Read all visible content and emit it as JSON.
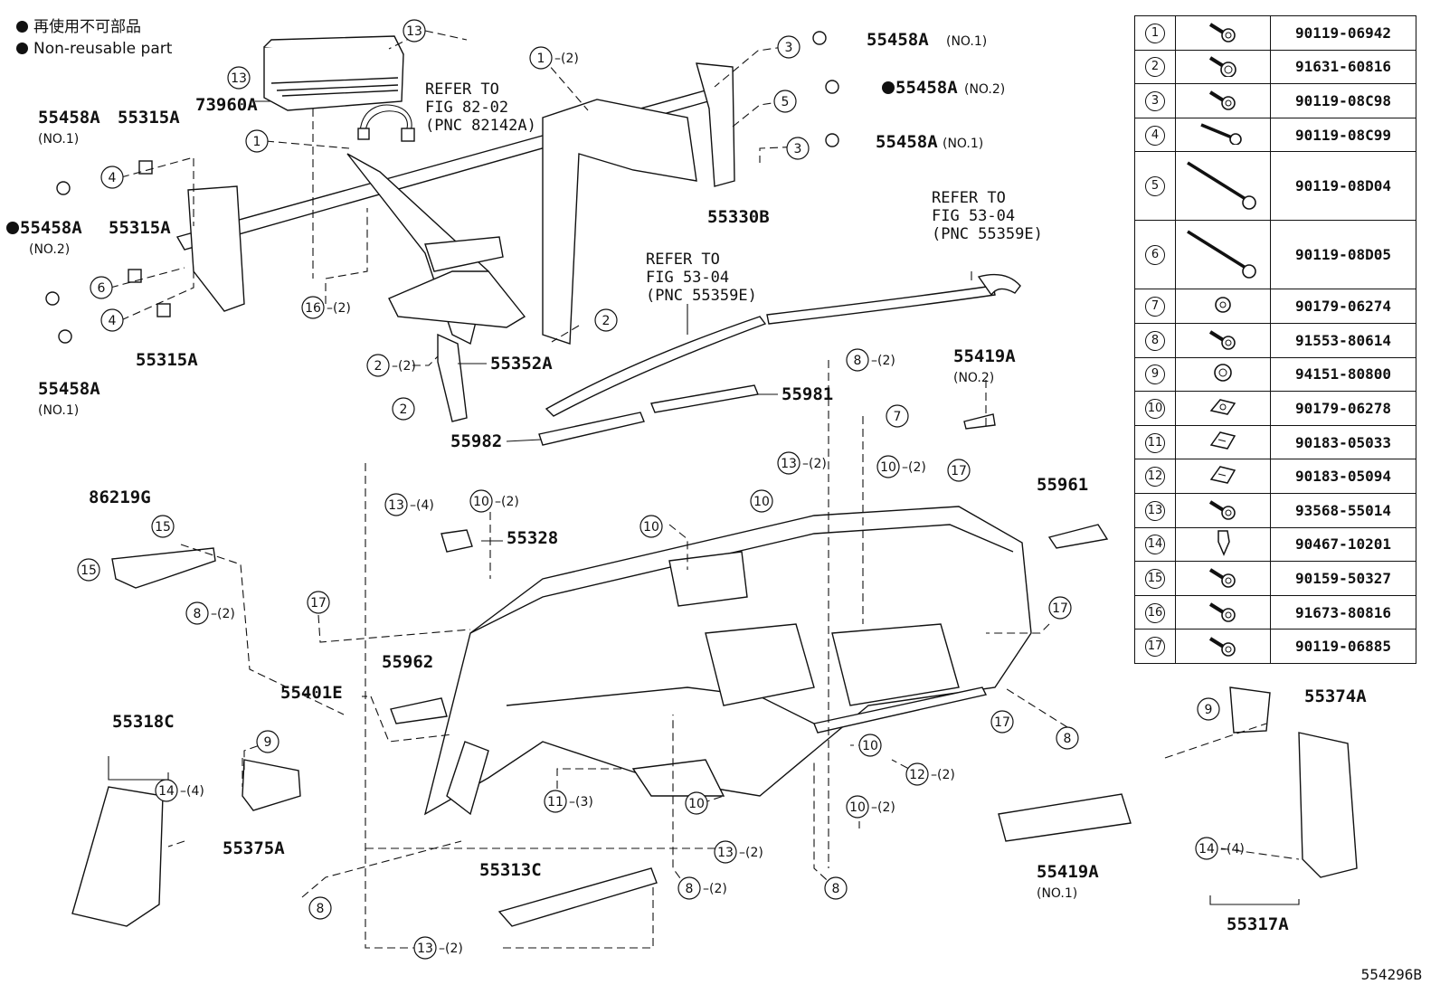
{
  "legend": {
    "jp": "再使用不可部品",
    "en": "Non-reusable part"
  },
  "part_labels": [
    {
      "id": "73960A",
      "text": "73960A"
    },
    {
      "id": "55458A_a",
      "text": "55458A",
      "sub": "(NO.1)"
    },
    {
      "id": "55458A_b",
      "text": "55458A",
      "sub": "(NO.2)",
      "nonreusable": true
    },
    {
      "id": "55458A_c",
      "text": "55458A",
      "sub": "(NO.1)"
    },
    {
      "id": "55458A_d",
      "text": "55458A",
      "sub": "(NO.1)"
    },
    {
      "id": "55458A_e",
      "text": "55458A",
      "sub": "(NO.2)",
      "nonreusable": true
    },
    {
      "id": "55458A_f",
      "text": "55458A",
      "sub": "(NO.1)"
    },
    {
      "id": "55315A_a",
      "text": "55315A"
    },
    {
      "id": "55315A_b",
      "text": "55315A"
    },
    {
      "id": "55315A_c",
      "text": "55315A"
    },
    {
      "id": "55330B",
      "text": "55330B"
    },
    {
      "id": "55352A",
      "text": "55352A"
    },
    {
      "id": "55981",
      "text": "55981"
    },
    {
      "id": "55982",
      "text": "55982"
    },
    {
      "id": "55419A_a",
      "text": "55419A",
      "sub": "(NO.2)"
    },
    {
      "id": "55419A_b",
      "text": "55419A",
      "sub": "(NO.1)"
    },
    {
      "id": "55961",
      "text": "55961"
    },
    {
      "id": "55328",
      "text": "55328"
    },
    {
      "id": "86219G",
      "text": "86219G"
    },
    {
      "id": "55962",
      "text": "55962"
    },
    {
      "id": "55401E",
      "text": "55401E"
    },
    {
      "id": "55318C",
      "text": "55318C"
    },
    {
      "id": "55375A",
      "text": "55375A"
    },
    {
      "id": "55313C",
      "text": "55313C"
    },
    {
      "id": "55374A",
      "text": "55374A"
    },
    {
      "id": "55317A",
      "text": "55317A"
    }
  ],
  "refer_notes": [
    {
      "lines": [
        "REFER TO",
        "FIG 82-02",
        "(PNC 82142A)"
      ]
    },
    {
      "lines": [
        "REFER TO",
        "FIG 53-04",
        "(PNC 55359E)"
      ]
    },
    {
      "lines": [
        "REFER TO",
        "FIG 53-04",
        "(PNC 55359E)"
      ]
    }
  ],
  "callouts": [
    {
      "n": "13",
      "qty": ""
    },
    {
      "n": "13",
      "qty": ""
    },
    {
      "n": "1",
      "qty": "(2)"
    },
    {
      "n": "1",
      "qty": ""
    },
    {
      "n": "3",
      "qty": ""
    },
    {
      "n": "5",
      "qty": ""
    },
    {
      "n": "3",
      "qty": ""
    },
    {
      "n": "4",
      "qty": ""
    },
    {
      "n": "6",
      "qty": ""
    },
    {
      "n": "4",
      "qty": ""
    },
    {
      "n": "16",
      "qty": "(2)"
    },
    {
      "n": "2",
      "qty": ""
    },
    {
      "n": "2",
      "qty": "(2)"
    },
    {
      "n": "2",
      "qty": ""
    },
    {
      "n": "8",
      "qty": "(2)"
    },
    {
      "n": "7",
      "qty": ""
    },
    {
      "n": "13",
      "qty": "(2)"
    },
    {
      "n": "10",
      "qty": "(2)"
    },
    {
      "n": "17",
      "qty": ""
    },
    {
      "n": "13",
      "qty": "(4)"
    },
    {
      "n": "10",
      "qty": "(2)"
    },
    {
      "n": "10",
      "qty": ""
    },
    {
      "n": "10",
      "qty": ""
    },
    {
      "n": "15",
      "qty": ""
    },
    {
      "n": "15",
      "qty": ""
    },
    {
      "n": "8",
      "qty": "(2)"
    },
    {
      "n": "17",
      "qty": ""
    },
    {
      "n": "17",
      "qty": ""
    },
    {
      "n": "9",
      "qty": ""
    },
    {
      "n": "17",
      "qty": ""
    },
    {
      "n": "8",
      "qty": ""
    },
    {
      "n": "9",
      "qty": ""
    },
    {
      "n": "14",
      "qty": "(4)"
    },
    {
      "n": "10",
      "qty": ""
    },
    {
      "n": "12",
      "qty": "(2)"
    },
    {
      "n": "11",
      "qty": "(3)"
    },
    {
      "n": "10",
      "qty": ""
    },
    {
      "n": "10",
      "qty": "(2)"
    },
    {
      "n": "13",
      "qty": "(2)"
    },
    {
      "n": "8",
      "qty": "(2)"
    },
    {
      "n": "8",
      "qty": ""
    },
    {
      "n": "8",
      "qty": ""
    },
    {
      "n": "13",
      "qty": "(2)"
    },
    {
      "n": "14",
      "qty": "(4)"
    }
  ],
  "fastener_table": [
    {
      "n": "1",
      "part": "90119-06942",
      "icon": "bolt-flange-icon"
    },
    {
      "n": "2",
      "part": "91631-60816",
      "icon": "bolt-washer-icon"
    },
    {
      "n": "3",
      "part": "90119-08C98",
      "icon": "bolt-flange-icon"
    },
    {
      "n": "4",
      "part": "90119-08C99",
      "icon": "bolt-long-icon"
    },
    {
      "n": "5",
      "part": "90119-08D04",
      "icon": "bolt-very-long-icon"
    },
    {
      "n": "6",
      "part": "90119-08D05",
      "icon": "bolt-very-long-icon"
    },
    {
      "n": "7",
      "part": "90179-06274",
      "icon": "nut-icon"
    },
    {
      "n": "8",
      "part": "91553-80614",
      "icon": "bolt-flange-icon"
    },
    {
      "n": "9",
      "part": "94151-80800",
      "icon": "nut-flange-icon"
    },
    {
      "n": "10",
      "part": "90179-06278",
      "icon": "clip-nut-icon"
    },
    {
      "n": "11",
      "part": "90183-05033",
      "icon": "clip-icon"
    },
    {
      "n": "12",
      "part": "90183-05094",
      "icon": "clip-icon"
    },
    {
      "n": "13",
      "part": "93568-55014",
      "icon": "bolt-flange-icon"
    },
    {
      "n": "14",
      "part": "90467-10201",
      "icon": "push-clip-icon"
    },
    {
      "n": "15",
      "part": "90159-50327",
      "icon": "bolt-flange-icon"
    },
    {
      "n": "16",
      "part": "91673-80816",
      "icon": "bolt-flange-icon"
    },
    {
      "n": "17",
      "part": "90119-06885",
      "icon": "bolt-flange-icon"
    }
  ],
  "figure_code": "554296B"
}
